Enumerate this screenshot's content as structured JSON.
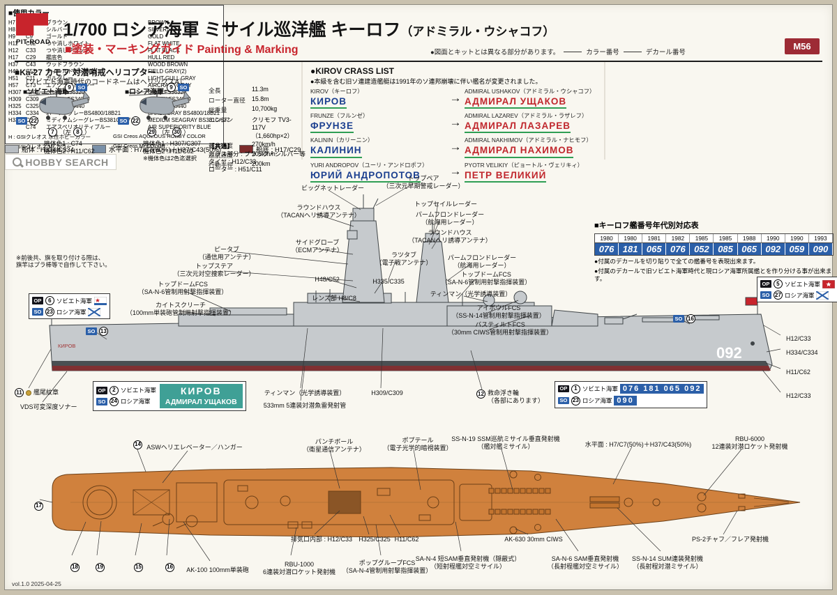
{
  "header": {
    "logo_text": "PIT-ROAD",
    "title": "1/700 ロシア海軍 ミサイル巡洋艦 キーロフ",
    "title_paren": "（アドミラル・ウシャコフ）",
    "subtitle_jp": "■塗装・マーキングガイド",
    "subtitle_en": "Painting & Marking",
    "note": "●図面とキットとは異なる部分があります。",
    "color_line_label": "カラー番号",
    "decal_line_label": "デカール番号",
    "kit_no": "M56"
  },
  "heli": {
    "title": "■Ka-27 カモフ 対潜哨戒ヘリコプター",
    "subtitle": "（ソビエト海軍時代のコードネームはヘリックスA）",
    "left_title": "■ソビエト海軍",
    "right_title": "■ロシア海軍",
    "so_badge": "SO",
    "top_marker": "9",
    "side_marker": "22",
    "left_body_n1": "7",
    "body_mid": "（左",
    "left_body_n2": "8",
    "body_end": "）",
    "right_body_n1": "29",
    "right_body_n2": "30",
    "left_color1": "機体色1 : C74",
    "left_color2": "機体色2 : H11/C62",
    "right_color1": "機体色1 : H307/C307",
    "right_color2": "機体色2 : H11/C62",
    "right_note": "※機体色は2色迄選択",
    "specs": [
      {
        "k": "全長",
        "v": "11.3m"
      },
      {
        "k": "ローター直径",
        "v": "15.8m"
      },
      {
        "k": "総重量",
        "v": "10,700kg"
      },
      {
        "k": "エンジン",
        "v": "クリモフ TV3-117V\n（1,660hp×2）"
      },
      {
        "k": "最大速度",
        "v": "270km/h"
      },
      {
        "k": "巡航速度",
        "v": "205km/h"
      },
      {
        "k": "行動半径",
        "v": "200km"
      }
    ],
    "common_title": "【共通】",
    "common": [
      "ガラス部分 : ブラック・シルバー等",
      "タイヤ : H12/C33",
      "ローター : H51/C11"
    ]
  },
  "kirov_list": {
    "title": "●KIROV CRASS LIST",
    "note": "●本級を含む旧ソ連建造艦艇は1991年のソ連邦崩壊に伴い艦名が変更されました。",
    "rows": [
      {
        "old_en": "KIROV（キーロフ）",
        "old_cy": "КИРОВ",
        "new_en": "ADMIRAL USHAKOV（アドミラル・ウシャコフ）",
        "new_cy": "АДМИРАЛ УЩАКОВ"
      },
      {
        "old_en": "FRUNZE（フルンゼ）",
        "old_cy": "ФРУНЗЕ",
        "new_en": "ADMIRAL LAZAREV（アドミラル・ラザレフ）",
        "new_cy": "АДМИРАЛ ЛАЗАРЕВ"
      },
      {
        "old_en": "KALININ（カリーニン）",
        "old_cy": "КАЛИНИН",
        "new_en": "ADMIRAL NAKHIMOV（アドミラル・ナヒモフ）",
        "new_cy": "АДМИРАЛ НАХИМОВ"
      },
      {
        "old_en": "YURI ANDROPOV（ユーリ・アンドロポフ）",
        "old_cy": "ЮРИЙ АНДРОПОТОВ",
        "new_en": "PYOTR VELIKIY（ピョートル・ヴェリキィ）",
        "new_cy": "ПЕТР ВЕЛИКИЙ"
      }
    ]
  },
  "colors": {
    "title": "■使用カラー",
    "rows": [
      {
        "h": "H7",
        "c": "C7",
        "jp": "ブラウン",
        "en": "BROWN"
      },
      {
        "h": "H8",
        "c": "C8",
        "jp": "シルバー",
        "en": "SILVER"
      },
      {
        "h": "H9",
        "c": "C9",
        "jp": "ゴールド",
        "en": "GOLD"
      },
      {
        "h": "H11",
        "c": "C62",
        "jp": "つや消しホワイト",
        "en": "FLAT WHITE"
      },
      {
        "h": "H12",
        "c": "C33",
        "jp": "つや消しブラック",
        "en": "FLAT BLACK"
      },
      {
        "h": "H17",
        "c": "C29",
        "jp": "艦底色",
        "en": "HULL RED"
      },
      {
        "h": "H37",
        "c": "C43",
        "jp": "ウッドブラウン",
        "en": "WOOD BROWN"
      },
      {
        "h": "H48",
        "c": "C52",
        "jp": "フィールドグレー(2)",
        "en": "FIELD GRAY(2)"
      },
      {
        "h": "H51",
        "c": "C11",
        "jp": "ガルグレー",
        "en": "LIGHT GULL GRAY"
      },
      {
        "h": "H57",
        "c": "C73",
        "jp": "エアクラフトグレー",
        "en": "AIRCRAFT GRAY"
      },
      {
        "h": "H307",
        "c": "C307",
        "jp": "グレーFS36320",
        "en": "GRAY FS36320"
      },
      {
        "h": "H309",
        "c": "C309",
        "jp": "グリーンFS34079",
        "en": "GREEN FS34079"
      },
      {
        "h": "H325",
        "c": "C325",
        "jp": "グレーFS26440",
        "en": "GRAY FS26440"
      },
      {
        "h": "H334",
        "c": "C334",
        "jp": "バーリーグレーBS4800/18B21",
        "en": "BARLY GRAY BS4800/18B21"
      },
      {
        "h": "H335",
        "c": "C335",
        "jp": "ミディアムシーグレーBS381C/637",
        "en": "MEDIUM SEAGRAY BS381C/637"
      },
      {
        "h": "",
        "c": "C74",
        "jp": "エアスペリオリティブルー",
        "en": "AIR SUPERIORITY BLUE"
      }
    ],
    "foot1_jp": "H : GSIクレオス 水性ホビーカラー",
    "foot1_en": "GSI Creos AQUEOUS HOBBY COLOR",
    "foot2_jp": "C : GSIクレオス Mr.カラー",
    "foot2_en": "GSI Creos Mr.COLOR"
  },
  "legend": {
    "items": [
      {
        "label": "船体 : H334/C334",
        "color": "#b9bec3"
      },
      {
        "label": "水平面 : H7/C7(50%)＋H37/C43(50%)",
        "color": "#7a90a8"
      },
      {
        "label": "船底 : H17/C29",
        "color": "#7c2b2b"
      }
    ]
  },
  "years": {
    "title": "■キーロフ艦番号年代別対応表",
    "years": [
      "1980",
      "1980",
      "1981",
      "1982",
      "1985",
      "1985",
      "1988",
      "1990",
      "1990",
      "1993"
    ],
    "numbers": [
      "076",
      "181",
      "065",
      "076",
      "052",
      "085",
      "065",
      "092",
      "059",
      "090"
    ],
    "note1": "●付属のデカールを切り貼りで全ての艦番号を表現出来ます。",
    "note2": "●付属のデカールで旧ソビエト海軍時代と現ロシア海軍所属艦とを作り分ける事が出来ます。"
  },
  "ship": {
    "hull_number": "092",
    "stern_name": "КИРОВ",
    "flag_note": "※前後共、旗を取り付ける際は、\n旗竿はプラ棒等で自作して下さい。",
    "co": {
      "bignet": "ビッグネットレーダー",
      "toppair": "トップペア\n（三次元早期警戒レーダー）",
      "topsail": "トップセイルレーダー",
      "roundhouse1": "ラウンドハウス\n（TACANヘリ誘導アンテナ）",
      "palmfrond1": "パームフロンドレーダー\n（航海用レーダー）",
      "roundhouse2": "ラウンドハウス\n（TACANヘリ誘導アンテナ）",
      "sideglobe": "サイドグローブ\n（ECMアンテナ）",
      "beetab": "ピータブ\n（通信用アンテナ）",
      "topsteer": "トップステア\n（三次元対空捜索レーダー）",
      "rattub": "ラツタブ\n（電子戦アンテナ）",
      "h48": "H48/C52",
      "h335": "H335/C335",
      "palmfrond2": "パームフロンドレーダー\n（航海用レーダー）",
      "topdome_r": "トップドームFCS\n（SA-N-6管制用射撃指揮装置）",
      "topdome_l": "トップドームFCS\n（SA-N-6管制用射撃指揮装置）",
      "lens": "レンズ部 H8/C8",
      "tinman_u": "ティンマン（光学誘導装置）",
      "eyebowl": "アイボウルFCS\n（SS-N-14管制用射撃指揮装置）",
      "bastilt": "バスティルトFCS\n（30mm CIWS管制用射撃指揮装置）",
      "kitescreech": "カイトスクリーチ\n（100mm単装砲管制用射撃指揮装置）",
      "h12a": "H12/C33",
      "h334": "H334/C334",
      "h11": "H11/C62",
      "h12b": "H12/C33",
      "tinman_d": "ティンマン（光学誘導装置）",
      "torpedo": "533mm 5連装対潜魚雷発射管",
      "h309": "H309/C309",
      "lifebuoy": "救命浮き輪\n（各部にあります）",
      "lifebuoy_n": "12",
      "crest": "艦尾紋章",
      "crest_n": "11",
      "vds": "VDS可変深度ソナー"
    },
    "boxes": {
      "op": "OP",
      "so": "SO",
      "left": {
        "n1": "6",
        "l1": "ソビエト海軍",
        "n2": "23",
        "l2": "ロシア海軍"
      },
      "right": {
        "n1": "5",
        "l1": "ソビエト海軍",
        "n2": "27",
        "l2": "ロシア海軍"
      },
      "name": {
        "n1": "2",
        "l1": "ソビエト海軍",
        "n2": "24",
        "l2": "ロシア海軍",
        "cy1": "КИРОВ",
        "cy2": "АДМИРАЛ УЩАКОВ"
      },
      "number": {
        "n1": "1",
        "l1": "ソビエト海軍",
        "n2": "23",
        "l2": "ロシア海軍",
        "strip1": "076 181 065 092",
        "strip2": "090"
      },
      "so13": "13",
      "so16": "16"
    }
  },
  "deck": {
    "co": {
      "asw": "ASWヘリエレベーター／ハンガー",
      "punchbowl": "パンチボール\n（衛星通信アンテナ）",
      "poptail": "ポプテール\n（電子光学的暗視装置）",
      "ssn19": "SS-N-19 SSM巡航ミサイル垂直発射機\n（艦対艦ミサイル）",
      "horiz": "水平面 : H7/C7(50%)＋H37/C43(50%)",
      "rbu6000": "RBU-6000\n12連装対潜ロケット発射機",
      "ak100": "AK-100 100mm単装砲",
      "rbu1000": "RBU-1000\n6連装対潜ロケット発射機",
      "exhaust": "排気口内部 : H12/C33",
      "h325": "H325/C325",
      "h11": "H11/C62",
      "popgroup": "ポップグループFCS\n（SA-N-4管制用射撃指揮装置）",
      "san4": "SA-N-4 短SAM垂直発射機（隠蔽式）\n（短射程艦対空ミサイル）",
      "ak630": "AK-630 30mm CIWS",
      "san6": "SA-N-6 SAM垂直発射機\n（長射程艦対空ミサイル）",
      "ssn14": "SS-N-14 SUM連装発射機\n（長射程対潜ミサイル）",
      "ps2": "PS-2チャフ／フレア発射機"
    },
    "markers": {
      "n14": "14",
      "n15": "15",
      "n16": "16",
      "n17": "17",
      "n18": "18",
      "n19": "19"
    }
  },
  "footer": {
    "version": "vol.1.0 2025-04-25",
    "hobby_search": "HOBBY SEARCH"
  }
}
